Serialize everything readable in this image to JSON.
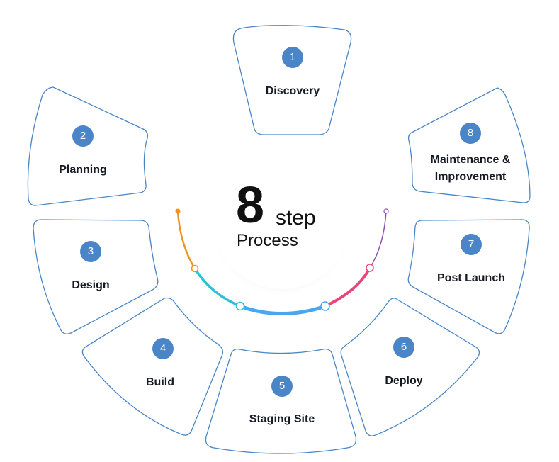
{
  "center": {
    "number": "8",
    "word": "step",
    "subtitle": "Process"
  },
  "steps": [
    {
      "number": "1",
      "label": "Discovery"
    },
    {
      "number": "2",
      "label": "Planning"
    },
    {
      "number": "3",
      "label": "Design"
    },
    {
      "number": "4",
      "label": "Build"
    },
    {
      "number": "5",
      "label": "Staging Site"
    },
    {
      "number": "6",
      "label": "Deploy"
    },
    {
      "number": "7",
      "label": "Post Launch"
    },
    {
      "number": "8",
      "label": "Maintenance &\nImprovement"
    }
  ],
  "colors": {
    "card_border": "#4a86c7",
    "badge": "#4a86c7",
    "arc_orange": "#f3931f",
    "arc_cyan": "#2cc1d6",
    "arc_blue": "#4aa6ee",
    "arc_pink": "#e9457a",
    "arc_purple": "#8a4fb5"
  }
}
